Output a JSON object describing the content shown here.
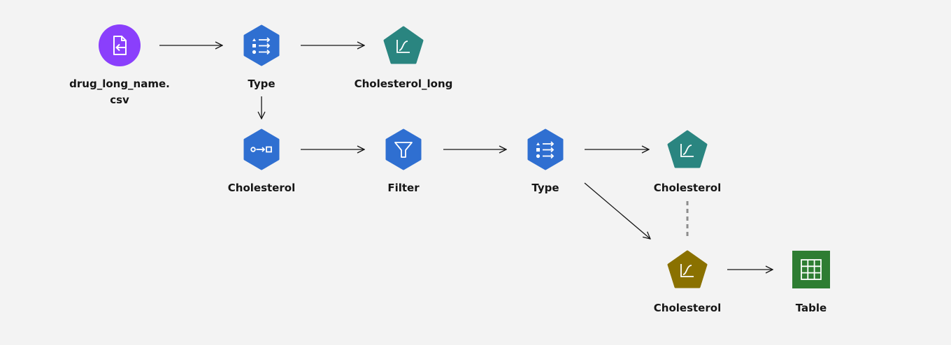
{
  "nodes": {
    "source": {
      "label": "drug_long_name.\ncsv",
      "icon": "file-import-icon",
      "color": "#8a3ffc"
    },
    "type_top": {
      "label": "Type",
      "icon": "type-list-icon",
      "color": "#2f6fd1"
    },
    "chol_long": {
      "label": "Cholesterol_long",
      "icon": "model-curve-icon",
      "color": "#2a8580"
    },
    "derive": {
      "label": "Cholesterol",
      "icon": "derive-icon",
      "color": "#2f6fd1"
    },
    "filter": {
      "label": "Filter",
      "icon": "filter-funnel-icon",
      "color": "#2f6fd1"
    },
    "type_mid": {
      "label": "Type",
      "icon": "type-list-icon",
      "color": "#2f6fd1"
    },
    "chol_model": {
      "label": "Cholesterol",
      "icon": "model-curve-icon",
      "color": "#2a8580"
    },
    "chol_nugget": {
      "label": "Cholesterol",
      "icon": "model-nugget-icon",
      "color": "#8a7100"
    },
    "table": {
      "label": "Table",
      "icon": "table-grid-icon",
      "color": "#2e7d32"
    }
  },
  "colors": {
    "arrow": "#161616",
    "dashed_link": "#8d8d8d",
    "icon_stroke": "#ffffff"
  }
}
